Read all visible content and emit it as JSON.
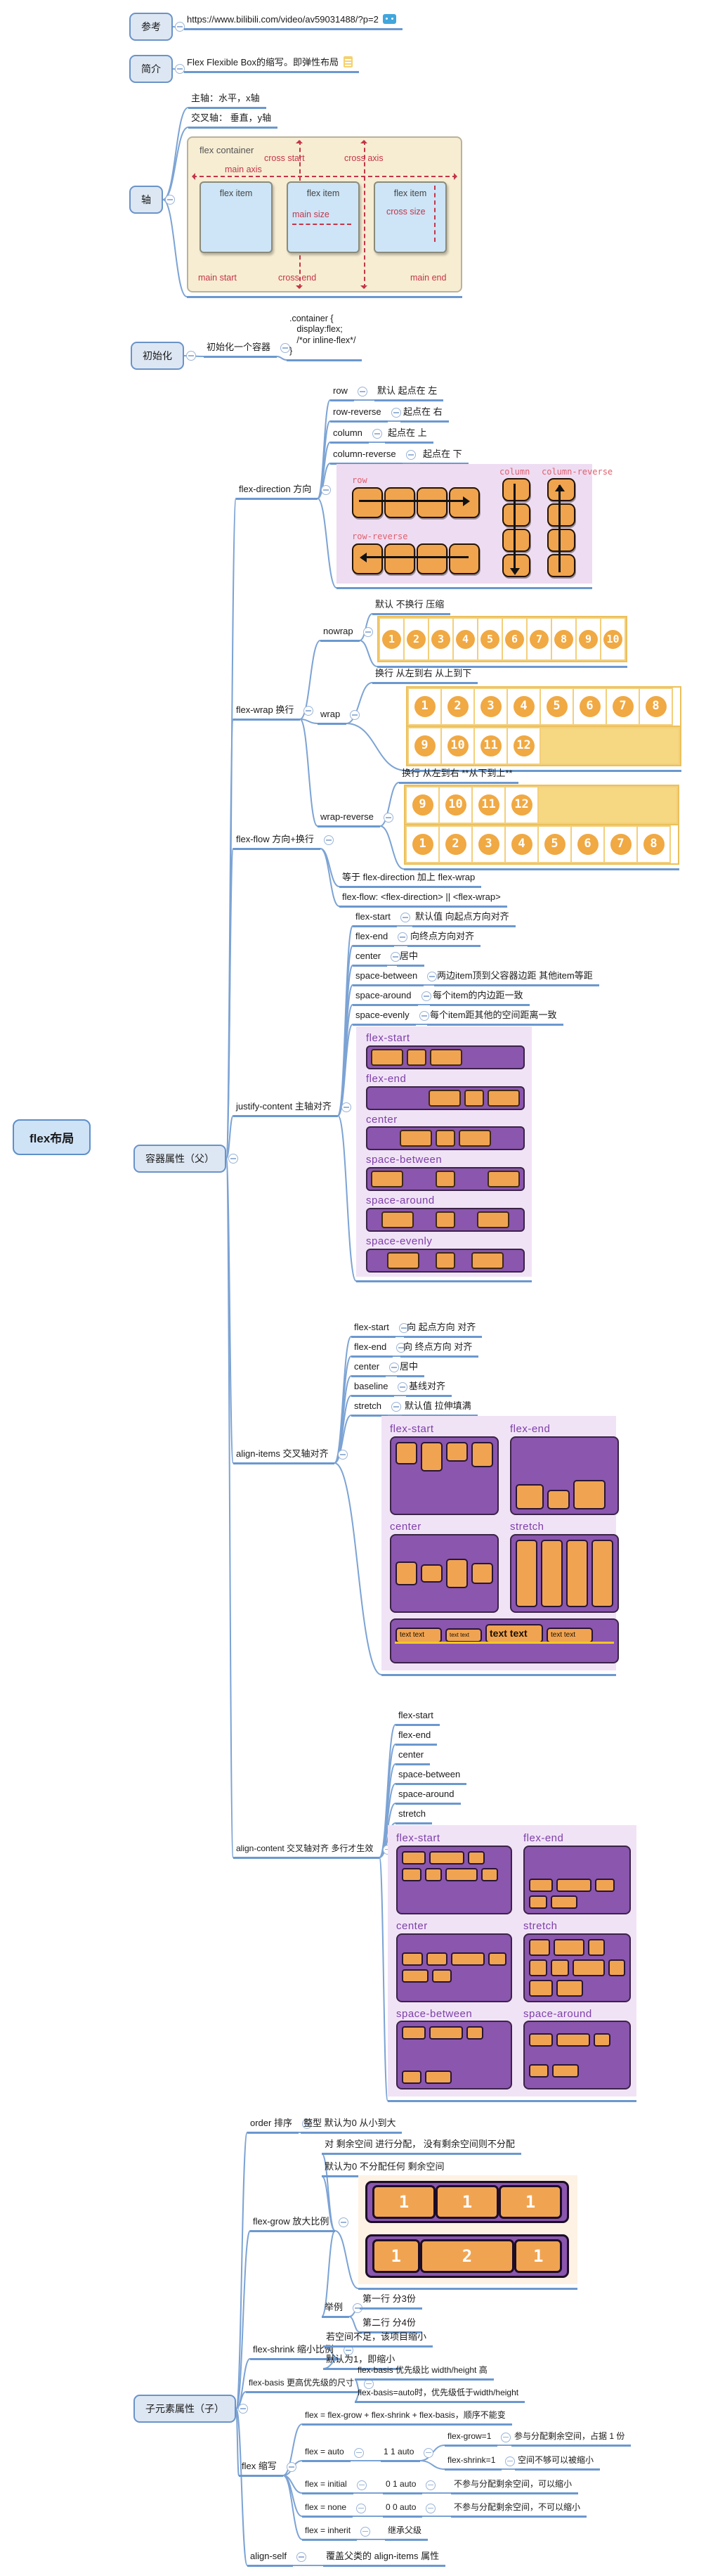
{
  "colors": {
    "connector": "#7ca3d4",
    "underline": "#6b98cf",
    "node_fill": "#dde7f3",
    "node_border": "#6a93c8",
    "root_fill": "#cfe3f7",
    "purple_bar": "#8a56ae",
    "purple_label": "#7d3fa8",
    "orange_chip": "#f0a452",
    "lavender_bg": "#f1e3f6",
    "cream_bg": "#fdf2e4",
    "axis_bg": "#f7edd3",
    "axis_item": "#cde5f7",
    "red_label": "#c4354a",
    "cell_border": "#ecc05a",
    "yellow_filler": "#f6d782",
    "baseline_line": "#f2c724"
  },
  "root": {
    "label": "flex布局"
  },
  "ref": {
    "label": "参考",
    "url": "https://www.bilibili.com/video/av59031488/?p=2"
  },
  "intro": {
    "label": "简介",
    "text": "Flex Flexible Box的缩写。即弹性布局"
  },
  "axis": {
    "label": "轴",
    "main_axis": "主轴：水平，x轴",
    "cross_axis": "交叉轴： 垂直，y轴",
    "diagram": {
      "container": "flex container",
      "item": "flex item",
      "cross_start": "cross start",
      "cross_axis_label": "cross axis",
      "main_axis_label": "main axis",
      "main_size": "main size",
      "cross_size": "cross size",
      "main_start": "main start",
      "cross_end": "cross end",
      "main_end": "main end"
    }
  },
  "init": {
    "label": "初始化",
    "child": "初始化一个容器",
    "code": [
      ".container {",
      "   display:flex;",
      "   /*or inline-flex*/",
      "}"
    ]
  },
  "container_props": {
    "label": "容器属性（父）",
    "direction": {
      "label": "flex-direction 方向",
      "values": [
        {
          "name": "row",
          "desc": "默认 起点在 左"
        },
        {
          "name": "row-reverse",
          "desc": "起点在 右"
        },
        {
          "name": "column",
          "desc": "起点在 上"
        },
        {
          "name": "column-reverse",
          "desc": "起点在 下"
        }
      ],
      "diagram": {
        "row": "row",
        "row_reverse": "row-reverse",
        "column": "column",
        "column_reverse": "column-reverse"
      }
    },
    "wrap": {
      "label": "flex-wrap 换行",
      "nowrap": {
        "name": "nowrap",
        "desc": "默认 不换行 压缩",
        "cells": [
          "1",
          "2",
          "3",
          "4",
          "5",
          "6",
          "7",
          "8",
          "9",
          "10"
        ]
      },
      "wrap": {
        "name": "wrap",
        "desc": "换行 从左到右 从上到下",
        "row1": [
          "1",
          "2",
          "3",
          "4",
          "5",
          "6",
          "7",
          "8"
        ],
        "row2": [
          "9",
          "10",
          "11",
          "12"
        ]
      },
      "wrap_reverse": {
        "name": "wrap-reverse",
        "desc": "换行 从左到右 **从下到上**",
        "row1": [
          "9",
          "10",
          "11",
          "12"
        ],
        "row2": [
          "1",
          "2",
          "3",
          "4",
          "5",
          "6",
          "7",
          "8"
        ]
      }
    },
    "flow": {
      "label": "flex-flow 方向+换行",
      "desc1": "等于 flex-direction 加上 flex-wrap",
      "desc2": "flex-flow: <flex-direction> || <flex-wrap>"
    },
    "justify": {
      "label": "justify-content 主轴对齐",
      "values": [
        {
          "name": "flex-start",
          "desc": "默认值 向起点方向对齐"
        },
        {
          "name": "flex-end",
          "desc": "向终点方向对齐"
        },
        {
          "name": "center",
          "desc": "居中"
        },
        {
          "name": "space-between",
          "desc": "两边item顶到父容器边距 其他item等距"
        },
        {
          "name": "space-around",
          "desc": "每个item的内边距一致"
        },
        {
          "name": "space-evenly",
          "desc": "每个item距其他的空间距离一致"
        }
      ],
      "diagram_sections": [
        "flex-start",
        "flex-end",
        "center",
        "space-between",
        "space-around",
        "space-evenly"
      ]
    },
    "align_items": {
      "label": "align-items 交叉轴对齐",
      "values": [
        {
          "name": "flex-start",
          "desc": "向 起点方向 对齐"
        },
        {
          "name": "flex-end",
          "desc": "向 终点方向 对齐"
        },
        {
          "name": "center",
          "desc": "居中"
        },
        {
          "name": "baseline",
          "desc": "基线对齐"
        },
        {
          "name": "stretch",
          "desc": "默认值 拉伸填满"
        }
      ],
      "diagram_sections": [
        "flex-start",
        "flex-end",
        "center",
        "stretch",
        "baseline"
      ],
      "baseline_text": "text text"
    },
    "align_content": {
      "label": "align-content 交叉轴对齐 多行才生效",
      "values": [
        "flex-start",
        "flex-end",
        "center",
        "space-between",
        "space-around",
        "stretch"
      ],
      "diagram_sections": [
        "flex-start",
        "flex-end",
        "center",
        "stretch",
        "space-between",
        "space-around"
      ]
    }
  },
  "item_props": {
    "label": "子元素属性（子）",
    "order": {
      "name": "order 排序",
      "desc": "整型 默认为0 从小到大"
    },
    "grow": {
      "name": "flex-grow 放大比例",
      "desc1": "对 剩余空间 进行分配， 没有剩余空间则不分配",
      "desc2": "默认为0 不分配任何 剩余空间",
      "bar1": [
        "1",
        "1",
        "1"
      ],
      "bar2": [
        "1",
        "2",
        "1"
      ],
      "example": {
        "name": "举例",
        "rows": [
          "第一行 分3份",
          "第二行 分4份"
        ]
      }
    },
    "shrink": {
      "name": "flex-shrink 缩小比例",
      "desc1": "若空间不足，该项目缩小",
      "desc2": "默认为1，即缩小"
    },
    "basis": {
      "name": "flex-basis 更高优先级的尺寸",
      "desc1": "flex-basis 优先级比 width/height 高",
      "desc2": "flex-basis=auto时，优先级低于width/height"
    },
    "flex": {
      "name": "flex 缩写",
      "formula": "flex = flex-grow + flex-shrink + flex-basis，顺序不能变",
      "auto": {
        "name": "flex = auto",
        "value": "1 1 auto",
        "grow": {
          "name": "flex-grow=1",
          "desc": "参与分配剩余空间，占据 1 份"
        },
        "shrink": {
          "name": "flex-shrink=1",
          "desc": "空间不够可以被缩小"
        }
      },
      "initial": {
        "name": "flex = initial",
        "value": "0 1 auto",
        "desc": "不参与分配剩余空间，可以缩小"
      },
      "none": {
        "name": "flex = none",
        "value": "0 0 auto",
        "desc": "不参与分配剩余空间，不可以缩小"
      },
      "inherit": {
        "name": "flex = inherit",
        "desc": "继承父级"
      }
    },
    "self": {
      "name": "align-self",
      "desc": "覆盖父类的 align-items 属性"
    }
  }
}
